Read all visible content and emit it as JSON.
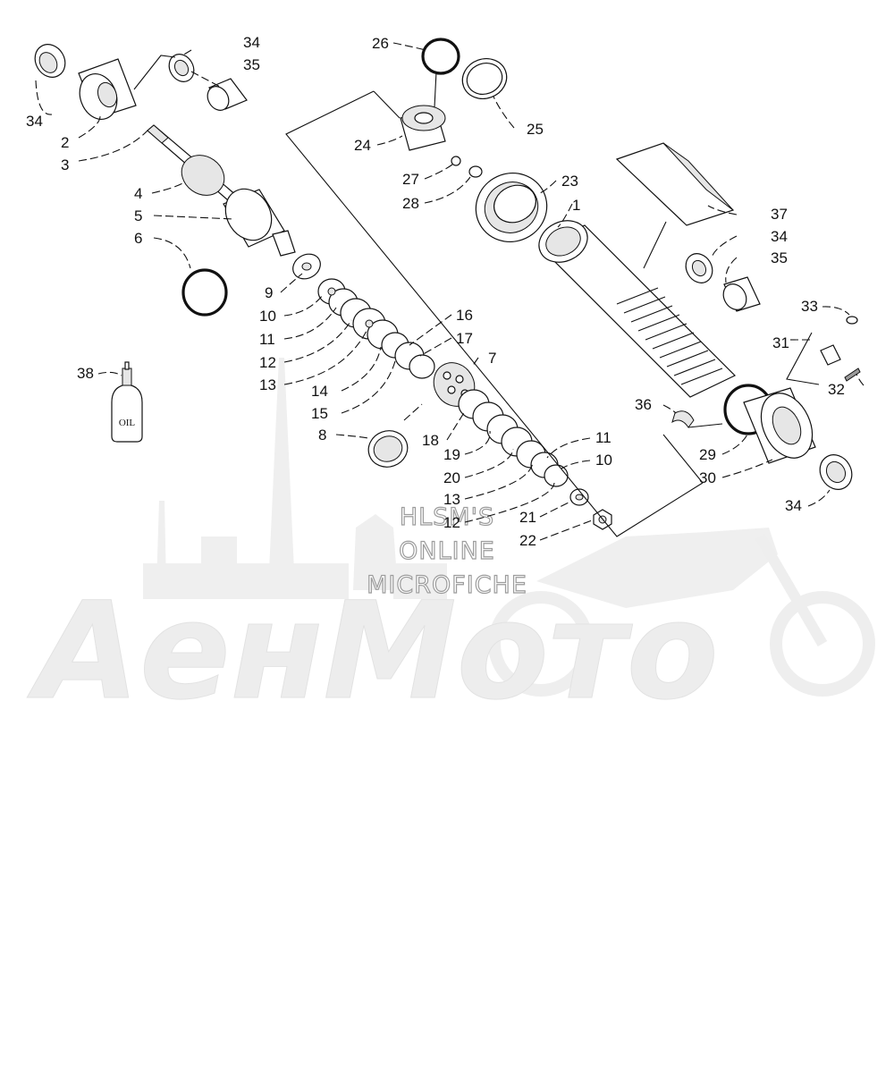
{
  "watermark": {
    "line1": "HLSM'S",
    "line2": "ONLINE",
    "line3": "MICROFICHE",
    "brand": "AeнMoто"
  },
  "oil_label": "OIL",
  "callouts": [
    {
      "id": "c1",
      "label": "1"
    },
    {
      "id": "c2",
      "label": "2"
    },
    {
      "id": "c3",
      "label": "3"
    },
    {
      "id": "c4",
      "label": "4"
    },
    {
      "id": "c5",
      "label": "5"
    },
    {
      "id": "c6",
      "label": "6"
    },
    {
      "id": "c7",
      "label": "7"
    },
    {
      "id": "c8",
      "label": "8"
    },
    {
      "id": "c9",
      "label": "9"
    },
    {
      "id": "c10a",
      "label": "10"
    },
    {
      "id": "c10b",
      "label": "10"
    },
    {
      "id": "c11a",
      "label": "11"
    },
    {
      "id": "c11b",
      "label": "11"
    },
    {
      "id": "c12a",
      "label": "12"
    },
    {
      "id": "c12b",
      "label": "12"
    },
    {
      "id": "c13a",
      "label": "13"
    },
    {
      "id": "c13b",
      "label": "13"
    },
    {
      "id": "c14",
      "label": "14"
    },
    {
      "id": "c15",
      "label": "15"
    },
    {
      "id": "c16",
      "label": "16"
    },
    {
      "id": "c17",
      "label": "17"
    },
    {
      "id": "c18",
      "label": "18"
    },
    {
      "id": "c19",
      "label": "19"
    },
    {
      "id": "c20",
      "label": "20"
    },
    {
      "id": "c21",
      "label": "21"
    },
    {
      "id": "c22",
      "label": "22"
    },
    {
      "id": "c23",
      "label": "23"
    },
    {
      "id": "c24",
      "label": "24"
    },
    {
      "id": "c25",
      "label": "25"
    },
    {
      "id": "c26",
      "label": "26"
    },
    {
      "id": "c27",
      "label": "27"
    },
    {
      "id": "c28",
      "label": "28"
    },
    {
      "id": "c29",
      "label": "29"
    },
    {
      "id": "c30",
      "label": "30"
    },
    {
      "id": "c31",
      "label": "31"
    },
    {
      "id": "c32",
      "label": "32"
    },
    {
      "id": "c33",
      "label": "33"
    },
    {
      "id": "c34a",
      "label": "34"
    },
    {
      "id": "c34b",
      "label": "34"
    },
    {
      "id": "c34c",
      "label": "34"
    },
    {
      "id": "c34d",
      "label": "34"
    },
    {
      "id": "c35a",
      "label": "35"
    },
    {
      "id": "c35b",
      "label": "35"
    },
    {
      "id": "c36",
      "label": "36"
    },
    {
      "id": "c37",
      "label": "37"
    },
    {
      "id": "c38",
      "label": "38"
    }
  ]
}
